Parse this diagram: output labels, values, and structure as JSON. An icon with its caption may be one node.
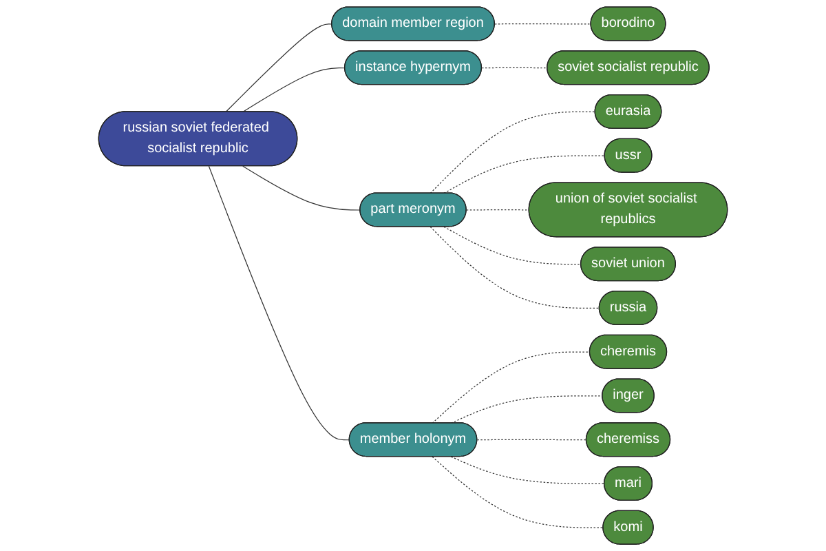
{
  "diagram": {
    "nodes": [
      {
        "text": [
          "borodino"
        ]
      },
      {
        "text": [
          "soviet socialist republic"
        ]
      },
      {
        "text": [
          "domain member region"
        ]
      },
      {
        "text": [
          "eurasia"
        ]
      },
      {
        "text": [
          "instance hypernym"
        ]
      },
      {
        "text": [
          "ussr"
        ]
      },
      {
        "text": [
          "russian soviet federated socialist republic"
        ]
      },
      {
        "text": [
          "part meronym"
        ]
      },
      {
        "text": [
          "union of soviet socialist republics"
        ]
      },
      {
        "text": [
          "cheremis"
        ]
      },
      {
        "text": [
          "soviet union"
        ]
      },
      {
        "text": [
          "russia"
        ]
      },
      {
        "text": [
          "member holonym"
        ]
      },
      {
        "text": [
          "inger"
        ]
      },
      {
        "text": [
          "cheremiss"
        ]
      },
      {
        "text": [
          "mari"
        ]
      },
      {
        "text": [
          "komi"
        ]
      }
    ],
    "edges": [
      {
        "from": 6,
        "to": 2,
        "arrow": "none"
      },
      {
        "from": 6,
        "to": 4,
        "arrow": "none"
      },
      {
        "from": 6,
        "to": 7,
        "arrow": "none"
      },
      {
        "from": 6,
        "to": 12,
        "arrow": "none"
      },
      {
        "from": 2,
        "to": 0,
        "arrow": "none",
        "style": "dashed"
      },
      {
        "from": 4,
        "to": 1,
        "arrow": "none",
        "style": "dashed"
      },
      {
        "from": 7,
        "to": 3,
        "arrow": "none",
        "style": "dashed"
      },
      {
        "from": 7,
        "to": 5,
        "arrow": "none",
        "style": "dashed"
      },
      {
        "from": 7,
        "to": 8,
        "arrow": "none",
        "style": "dashed"
      },
      {
        "from": 7,
        "to": 10,
        "arrow": "none",
        "style": "dashed"
      },
      {
        "from": 7,
        "to": 11,
        "arrow": "none",
        "style": "dashed"
      },
      {
        "from": 12,
        "to": 9,
        "arrow": "none",
        "style": "dashed"
      },
      {
        "from": 12,
        "to": 13,
        "arrow": "none",
        "style": "dashed"
      },
      {
        "from": 12,
        "to": 14,
        "arrow": "none",
        "style": "dashed"
      },
      {
        "from": 12,
        "to": 15,
        "arrow": "none",
        "style": "dashed"
      },
      {
        "from": 12,
        "to": 16,
        "arrow": "none",
        "style": "dashed"
      }
    ]
  }
}
